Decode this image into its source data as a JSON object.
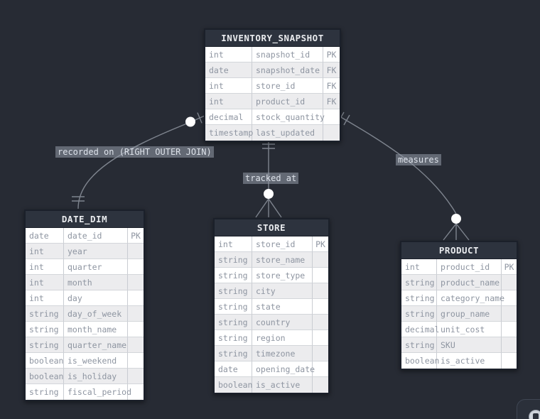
{
  "diagram": {
    "tables": [
      {
        "name": "INVENTORY_SNAPSHOT",
        "columns": [
          {
            "type": "int",
            "name": "snapshot_id",
            "key": "PK"
          },
          {
            "type": "date",
            "name": "snapshot_date",
            "key": "FK"
          },
          {
            "type": "int",
            "name": "store_id",
            "key": "FK"
          },
          {
            "type": "int",
            "name": "product_id",
            "key": "FK"
          },
          {
            "type": "decimal",
            "name": "stock_quantity",
            "key": ""
          },
          {
            "type": "timestamp",
            "name": "last_updated",
            "key": ""
          }
        ]
      },
      {
        "name": "DATE_DIM",
        "columns": [
          {
            "type": "date",
            "name": "date_id",
            "key": "PK"
          },
          {
            "type": "int",
            "name": "year",
            "key": ""
          },
          {
            "type": "int",
            "name": "quarter",
            "key": ""
          },
          {
            "type": "int",
            "name": "month",
            "key": ""
          },
          {
            "type": "int",
            "name": "day",
            "key": ""
          },
          {
            "type": "string",
            "name": "day_of_week",
            "key": ""
          },
          {
            "type": "string",
            "name": "month_name",
            "key": ""
          },
          {
            "type": "string",
            "name": "quarter_name",
            "key": ""
          },
          {
            "type": "boolean",
            "name": "is_weekend",
            "key": ""
          },
          {
            "type": "boolean",
            "name": "is_holiday",
            "key": ""
          },
          {
            "type": "string",
            "name": "fiscal_period",
            "key": ""
          }
        ]
      },
      {
        "name": "STORE",
        "columns": [
          {
            "type": "int",
            "name": "store_id",
            "key": "PK"
          },
          {
            "type": "string",
            "name": "store_name",
            "key": ""
          },
          {
            "type": "string",
            "name": "store_type",
            "key": ""
          },
          {
            "type": "string",
            "name": "city",
            "key": ""
          },
          {
            "type": "string",
            "name": "state",
            "key": ""
          },
          {
            "type": "string",
            "name": "country",
            "key": ""
          },
          {
            "type": "string",
            "name": "region",
            "key": ""
          },
          {
            "type": "string",
            "name": "timezone",
            "key": ""
          },
          {
            "type": "date",
            "name": "opening_date",
            "key": ""
          },
          {
            "type": "boolean",
            "name": "is_active",
            "key": ""
          }
        ]
      },
      {
        "name": "PRODUCT",
        "columns": [
          {
            "type": "int",
            "name": "product_id",
            "key": "PK"
          },
          {
            "type": "string",
            "name": "product_name",
            "key": ""
          },
          {
            "type": "string",
            "name": "category_name",
            "key": ""
          },
          {
            "type": "string",
            "name": "group_name",
            "key": ""
          },
          {
            "type": "decimal",
            "name": "unit_cost",
            "key": ""
          },
          {
            "type": "string",
            "name": "SKU",
            "key": ""
          },
          {
            "type": "boolean",
            "name": "is_active",
            "key": ""
          }
        ]
      }
    ],
    "relationships": [
      {
        "label": "recorded on (RIGHT OUTER JOIN)",
        "from": "INVENTORY_SNAPSHOT",
        "to": "DATE_DIM",
        "from_cardinality": "zero-or-one",
        "to_cardinality": "one-and-only-one"
      },
      {
        "label": "tracked at",
        "from": "INVENTORY_SNAPSHOT",
        "to": "STORE",
        "from_cardinality": "one-and-only-one",
        "to_cardinality": "zero-or-many"
      },
      {
        "label": "measures",
        "from": "INVENTORY_SNAPSHOT",
        "to": "PRODUCT",
        "from_cardinality": "one-and-only-one",
        "to_cardinality": "zero-or-many"
      }
    ],
    "colors": {
      "background": "#272b34",
      "table_header_bg": "#2d333e",
      "table_header_text": "#e9ebee",
      "row_bg": "#ffffff",
      "row_alt_bg": "#ececee",
      "row_text": "#8e95a1",
      "relationship_line": "#7e848e",
      "label_bg": "#969daa",
      "label_text": "#dde2ea"
    }
  }
}
